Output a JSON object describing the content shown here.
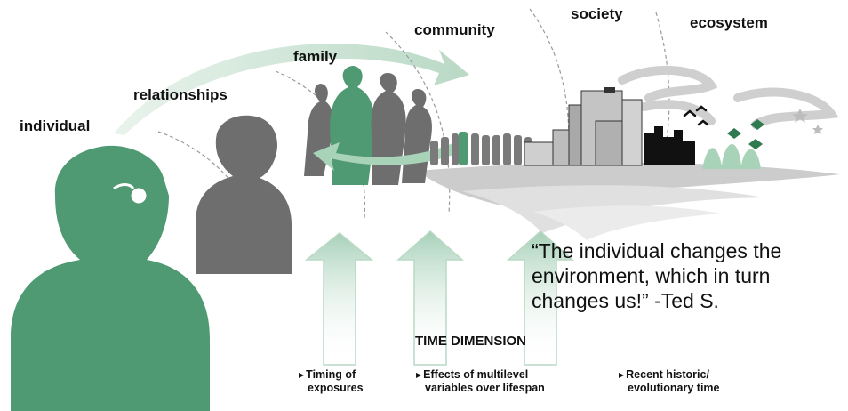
{
  "levels": {
    "individual": "individual",
    "relationships": "relationships",
    "family": "family",
    "community": "community",
    "society": "society",
    "ecosystem": "ecosystem"
  },
  "quote": {
    "line1": "“The individual changes the",
    "line2": "environment, which in turn",
    "line3": "changes us!” -Ted S."
  },
  "time_dimension": {
    "title": "TIME DIMENSION",
    "items": [
      {
        "line1": "Timing of",
        "line2": "exposures"
      },
      {
        "line1": "Effects of multilevel",
        "line2": "variables over lifespan"
      },
      {
        "line1": "Recent historic/",
        "line2": "evolutionary time"
      }
    ]
  },
  "colors": {
    "green": "#4f9a72",
    "green_light": "#dcebe1",
    "gray_figure": "#6e6e6e",
    "gray_light": "#cfcfcf",
    "black": "#111111"
  }
}
